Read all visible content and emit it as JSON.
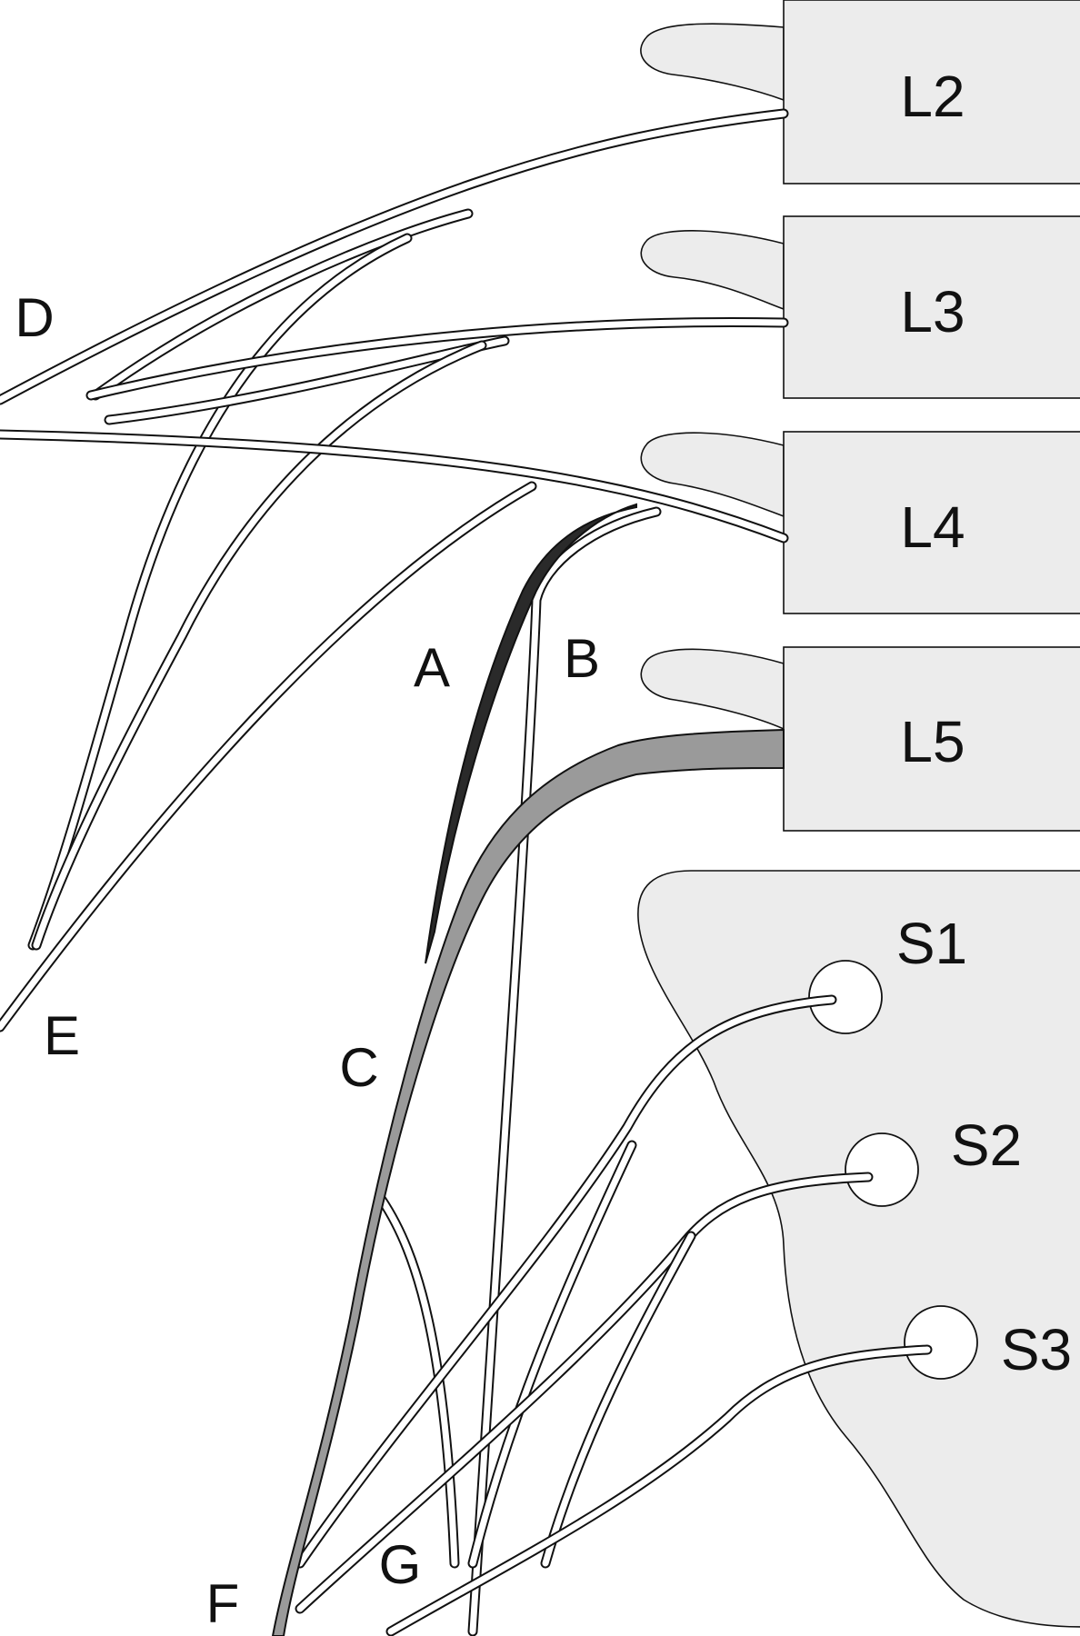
{
  "levels": {
    "L2": "L2",
    "L3": "L3",
    "L4": "L4",
    "L5": "L5",
    "S1": "S1",
    "S2": "S2",
    "S3": "S3"
  },
  "labels": {
    "A": "A",
    "B": "B",
    "C": "C",
    "D": "D",
    "E": "E",
    "F": "F",
    "G": "G"
  },
  "colors": {
    "bone": "#ececec",
    "nerve_A": "#2a2a2a",
    "nerve_C": "#9a9a9a",
    "nerve_default": "#ffffff",
    "outline": "#111111"
  }
}
